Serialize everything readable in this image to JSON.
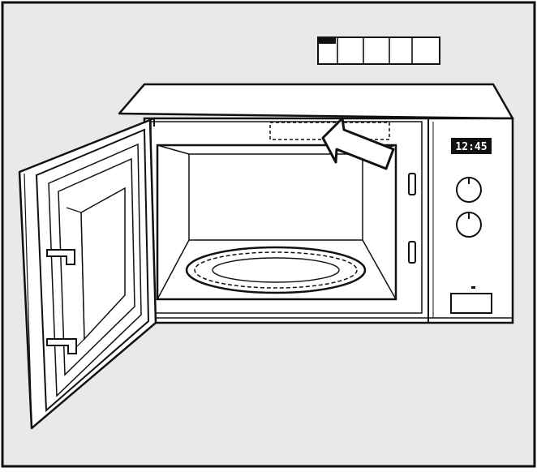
{
  "diagram": {
    "display_readout": "12:45",
    "colors": {
      "background": "#e9e9e9",
      "line": "#111111",
      "surface": "#ffffff",
      "display": "#111111",
      "display_text": "#ffffff",
      "shadow": "#cfcfcf"
    },
    "icons": [
      "label-plate",
      "arrow",
      "control-knob",
      "door-release-button",
      "turntable"
    ]
  }
}
